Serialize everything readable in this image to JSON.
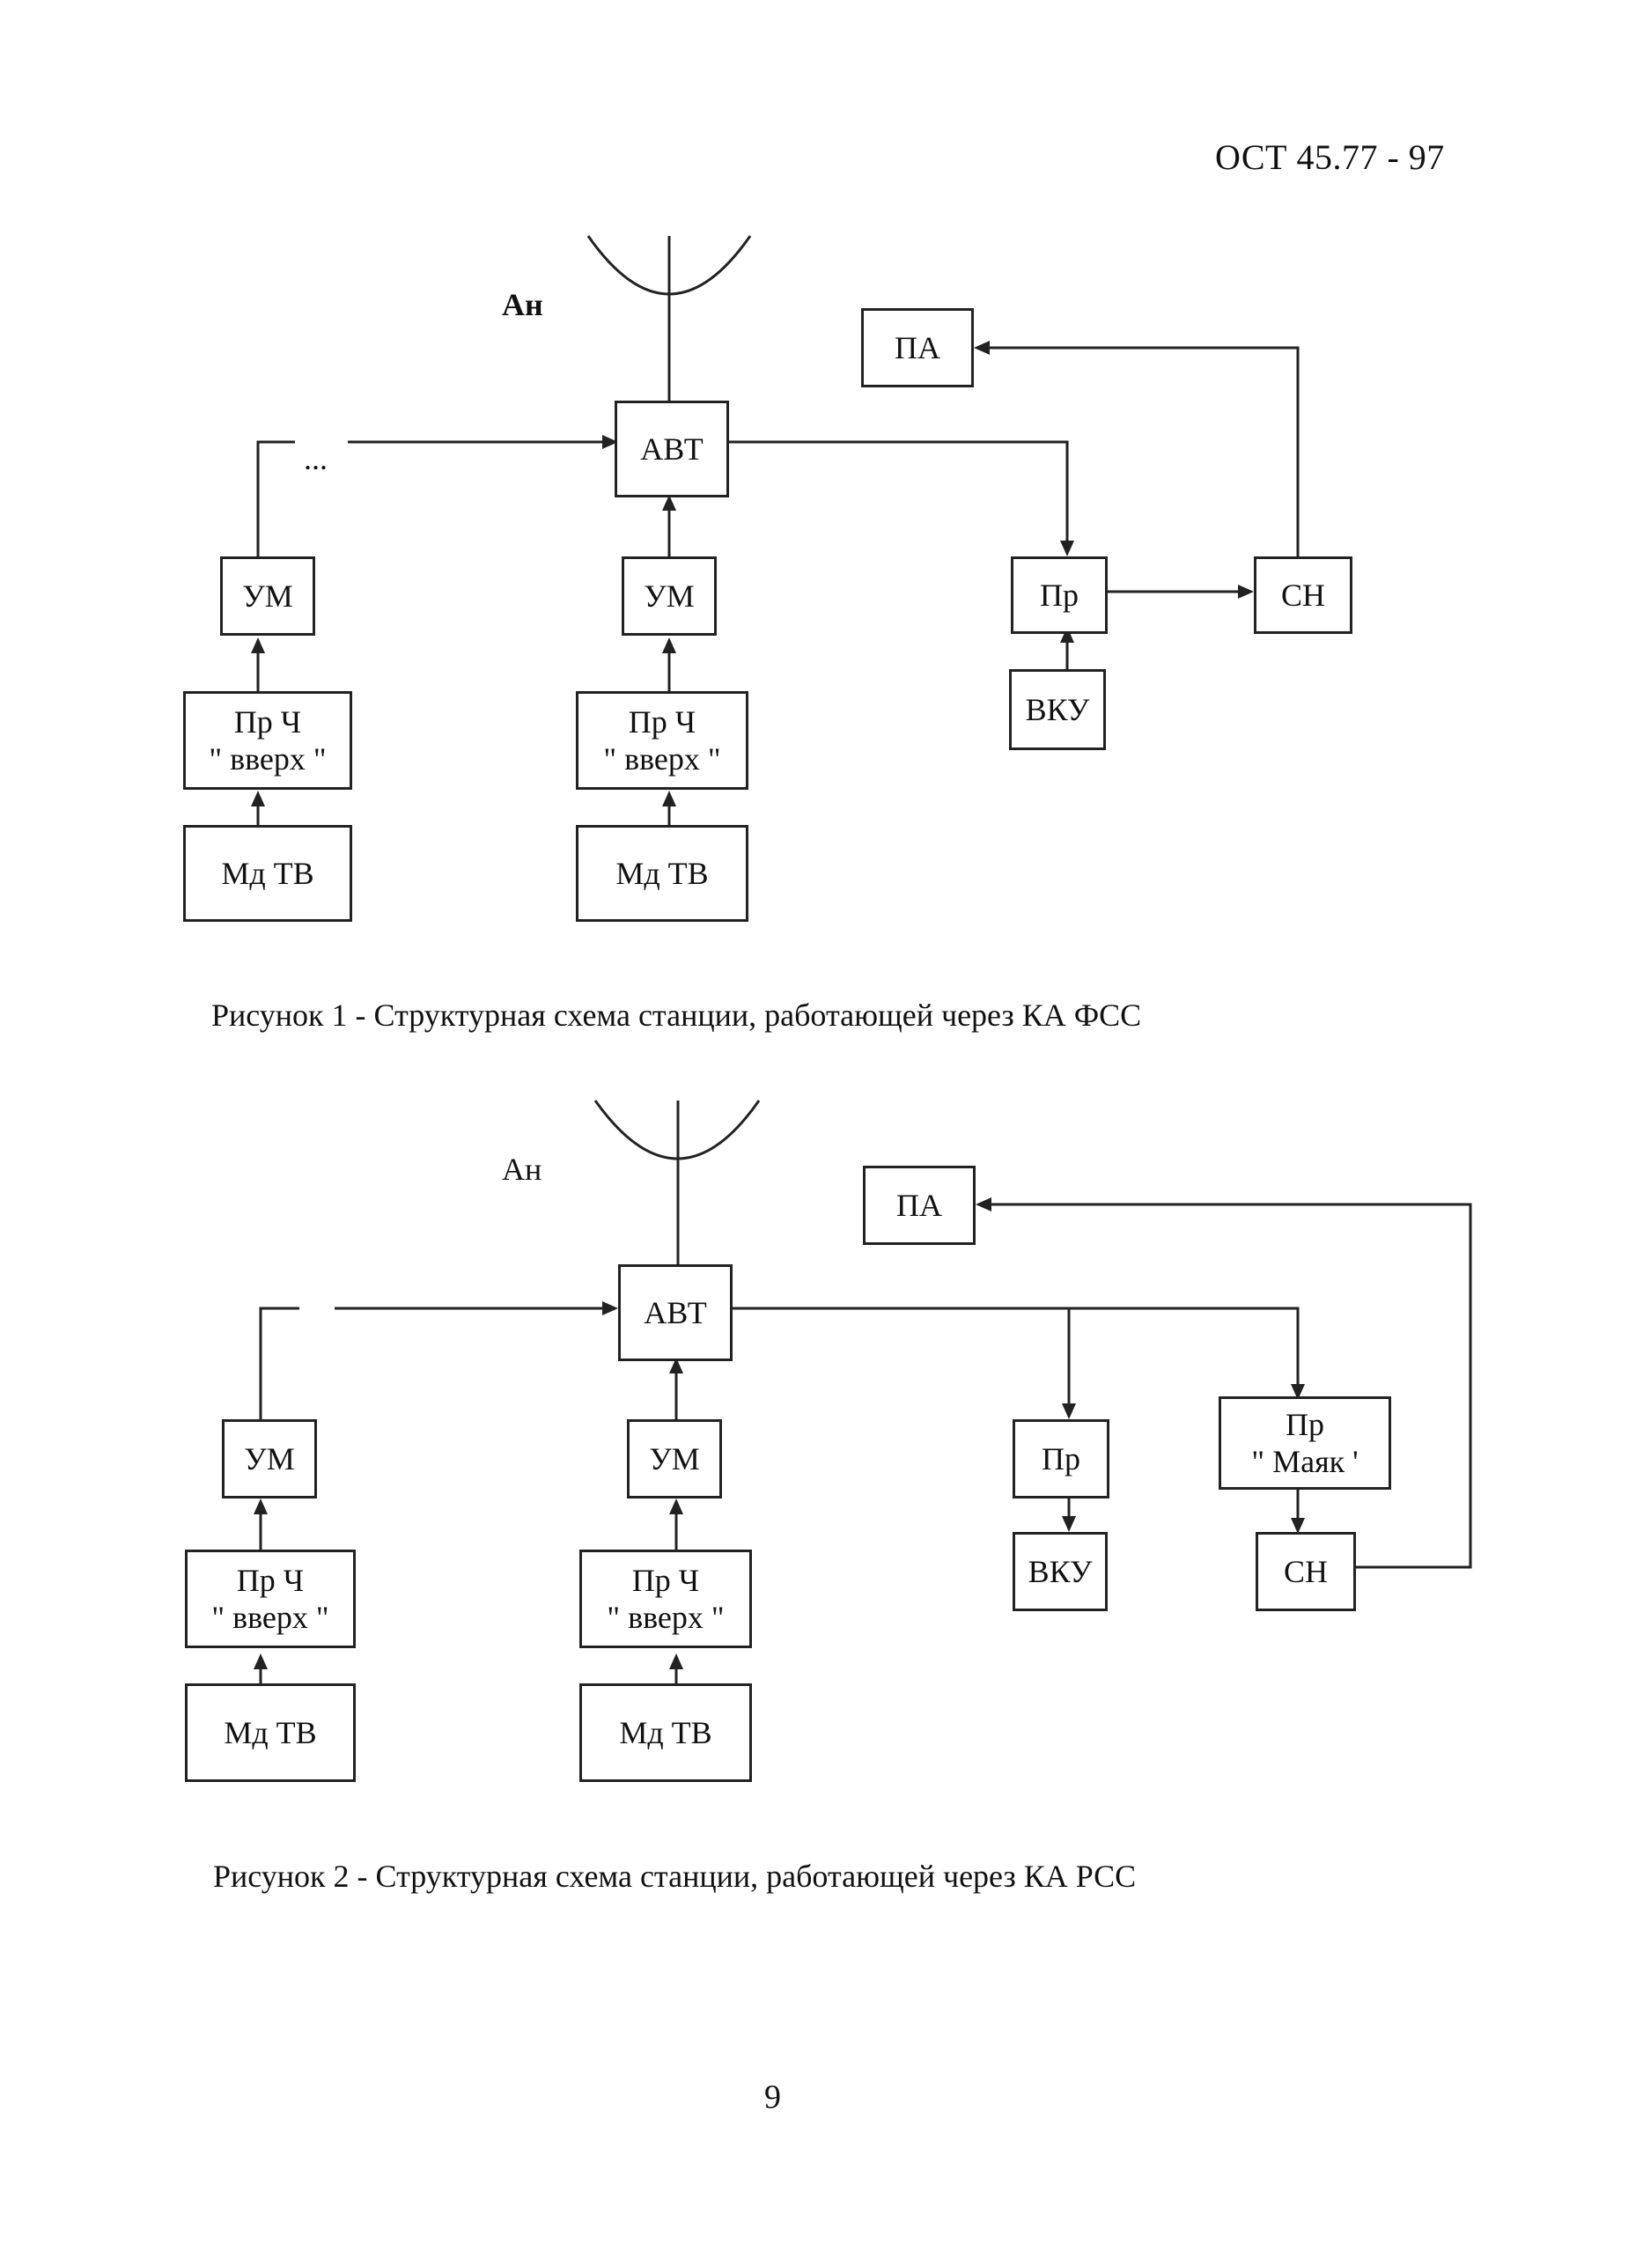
{
  "header": {
    "doc_code": "ОСТ 45.77 - 97"
  },
  "figure1": {
    "antenna_label": "Ан",
    "dots": "...",
    "blocks": {
      "pa": "ПА",
      "avt": "АВТ",
      "um_left": "УМ",
      "um_mid": "УМ",
      "pr": "Пр",
      "sn": "СН",
      "prch_left_l1": "Пр Ч",
      "prch_left_l2": "\" вверх \"",
      "prch_mid_l1": "Пр Ч",
      "prch_mid_l2": "\" вверх \"",
      "vku": "ВКУ",
      "mdtv_left": "Мд ТВ",
      "mdtv_mid": "Мд ТВ"
    },
    "caption": "Рисунок 1 - Структурная схема станции, работающей через КА ФСС"
  },
  "figure2": {
    "antenna_label": "Ан",
    "blocks": {
      "pa": "ПА",
      "avt": "АВТ",
      "um_left": "УМ",
      "um_mid": "УМ",
      "pr": "Пр",
      "pr_mayak_l1": "Пр",
      "pr_mayak_l2": "\" Маяк '",
      "prch_left_l1": "Пр Ч",
      "prch_left_l2": "\" вверх \"",
      "prch_mid_l1": "Пр Ч",
      "prch_mid_l2": "\" вверх \"",
      "vku": "ВКУ",
      "sn": "СН",
      "mdtv_left": "Мд ТВ",
      "mdtv_mid": "Мд ТВ"
    },
    "caption": "Рисунок 2 - Структурная схема станции, работающей через КА РСС"
  },
  "footer": {
    "page_number": "9"
  }
}
